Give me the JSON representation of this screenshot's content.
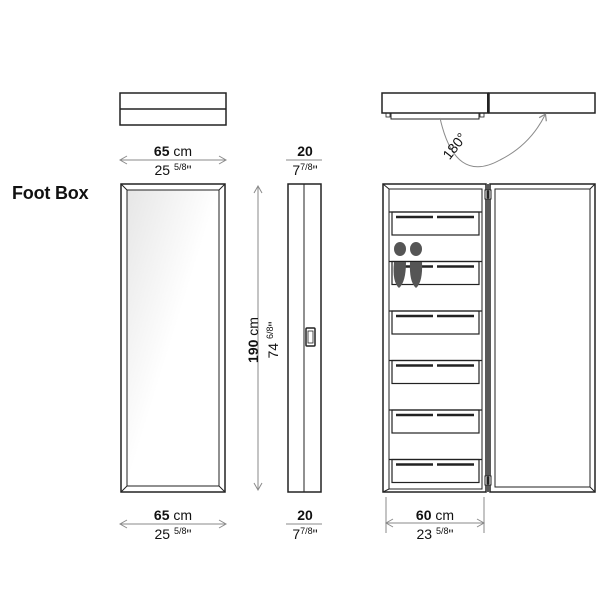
{
  "title": "Foot Box",
  "views": {
    "front_top": {
      "width_label": {
        "value": "65",
        "unit": "cm",
        "imperial_whole": "25",
        "imperial_frac": "5/8",
        "imperial_suffix": "\""
      }
    },
    "side_top": {
      "depth_label": {
        "value": "20",
        "unit": "",
        "imperial_whole": "7",
        "imperial_frac": "7/8",
        "imperial_suffix": "\""
      }
    },
    "height": {
      "label": {
        "value": "190",
        "unit": "cm",
        "imperial_whole": "74",
        "imperial_frac": "6/8",
        "imperial_suffix": "\""
      }
    },
    "front_bottom": {
      "width_label": {
        "value": "65",
        "unit": "cm",
        "imperial_whole": "25",
        "imperial_frac": "5/8",
        "imperial_suffix": "\""
      }
    },
    "side_bottom": {
      "depth_label": {
        "value": "20",
        "unit": "",
        "imperial_whole": "7",
        "imperial_frac": "7/8",
        "imperial_suffix": "\""
      }
    },
    "open_view": {
      "rotation_label": "180°",
      "inner_width_label": {
        "value": "60",
        "unit": "cm",
        "imperial_whole": "23",
        "imperial_frac": "5/8",
        "imperial_suffix": "\""
      },
      "shelf_count": 6
    }
  },
  "colors": {
    "line": "#222222",
    "dimension_line": "#8a8a8a",
    "shoe": "#555555"
  }
}
